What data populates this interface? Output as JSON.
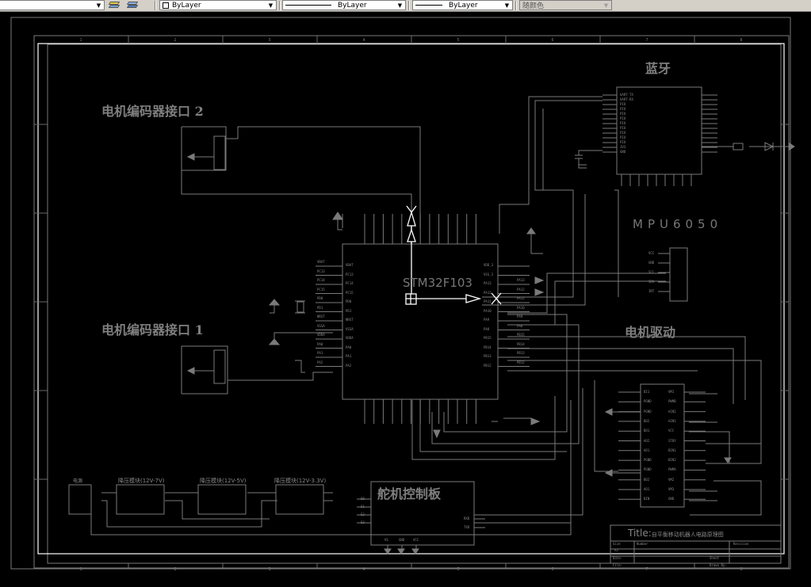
{
  "toolbar": {
    "layer_combo": "ByLayer",
    "linetype_combo": "ByLayer",
    "lineweight_combo": "ByLayer",
    "plotstyle_combo": "随颜色",
    "dropdown_arrow": "▼"
  },
  "drawing": {
    "title_main": "Title:",
    "title_sub": "自平衡移动机器人电路原理图",
    "encoder2_label": "电机编码器接口 2",
    "encoder1_label": "电机编码器接口 1",
    "bluetooth_label": "蓝牙",
    "mpu_label": "MPU6050",
    "motor_driver_label": "电机驱动",
    "servo_label": "舵机控制板",
    "mcu_label": "STM32F103",
    "ucs_y": "Y",
    "ucs_x": "X",
    "supply_12v_7v": "降压模块(12V-7V)",
    "supply_12v_5v": "降压模块(12V-5V)",
    "supply_12v_3v3": "降压模块(12V-3.3V)",
    "battery_label": "电源",
    "border_columns": [
      "1",
      "2",
      "3",
      "4",
      "5",
      "6",
      "7",
      "8"
    ],
    "mcu_left_pins": [
      "VBAT",
      "PC13",
      "PC14",
      "PC15",
      "PD0",
      "PD1",
      "NRST",
      "VSSA",
      "VDDA",
      "PA0",
      "PA1",
      "PA2"
    ],
    "mcu_right_pins": [
      "VDD_3",
      "VSS_3",
      "PA13",
      "PA12",
      "PA11",
      "PA10",
      "PA9",
      "PA8",
      "PB15",
      "PB14",
      "PB13",
      "PB12"
    ],
    "mcu_right_nets": [
      "",
      "",
      "PA13",
      "PA12",
      "PA11",
      "PA10",
      "PA9",
      "PA8",
      "PB15",
      "PB14",
      "PB13",
      "PB12"
    ],
    "bt_pins": [
      "UART-TX",
      "UART-RX",
      "PIO",
      "PIO",
      "PIO",
      "PIO",
      "PIO",
      "PIO",
      "PIO",
      "PIO",
      "PIO",
      "3V3",
      "GND"
    ],
    "driver_left_pins": [
      "BI1",
      "PGND",
      "PGND",
      "BO2",
      "BO1",
      "AO2",
      "AO1",
      "PGND",
      "PGND",
      "BO2",
      "AO1",
      "BIN"
    ],
    "driver_right_pins": [
      "VM1",
      "PWMB",
      "AIN2",
      "AIN1",
      "VCC",
      "STBY",
      "BIN1",
      "BIN2",
      "PWMA",
      "VM2",
      "VM3",
      "GND"
    ],
    "mpu_pins": [
      "VCC",
      "GND",
      "SCL",
      "SDA",
      "INT"
    ],
    "servo_left_pins": [
      "S0",
      "S1",
      "S2",
      "S3"
    ],
    "servo_right_pins": [
      "RXD",
      "TXD"
    ],
    "servo_bottom_pins": [
      "VS",
      "GND",
      "VCC"
    ],
    "title_block": {
      "size_label": "Size",
      "number_label": "Number",
      "revision_label": "Revision",
      "size_value": "A3",
      "date_label": "Date:",
      "sheet_label": "Sheet",
      "file_label": "File:",
      "drawn_label": "Drawn By:"
    }
  },
  "colors": {
    "toolbar_bg": "#d4d0c8",
    "canvas_bg": "#000000",
    "wire": "#7a7a7a",
    "border_white": "#ffffff",
    "ucs": "#ffffff"
  }
}
